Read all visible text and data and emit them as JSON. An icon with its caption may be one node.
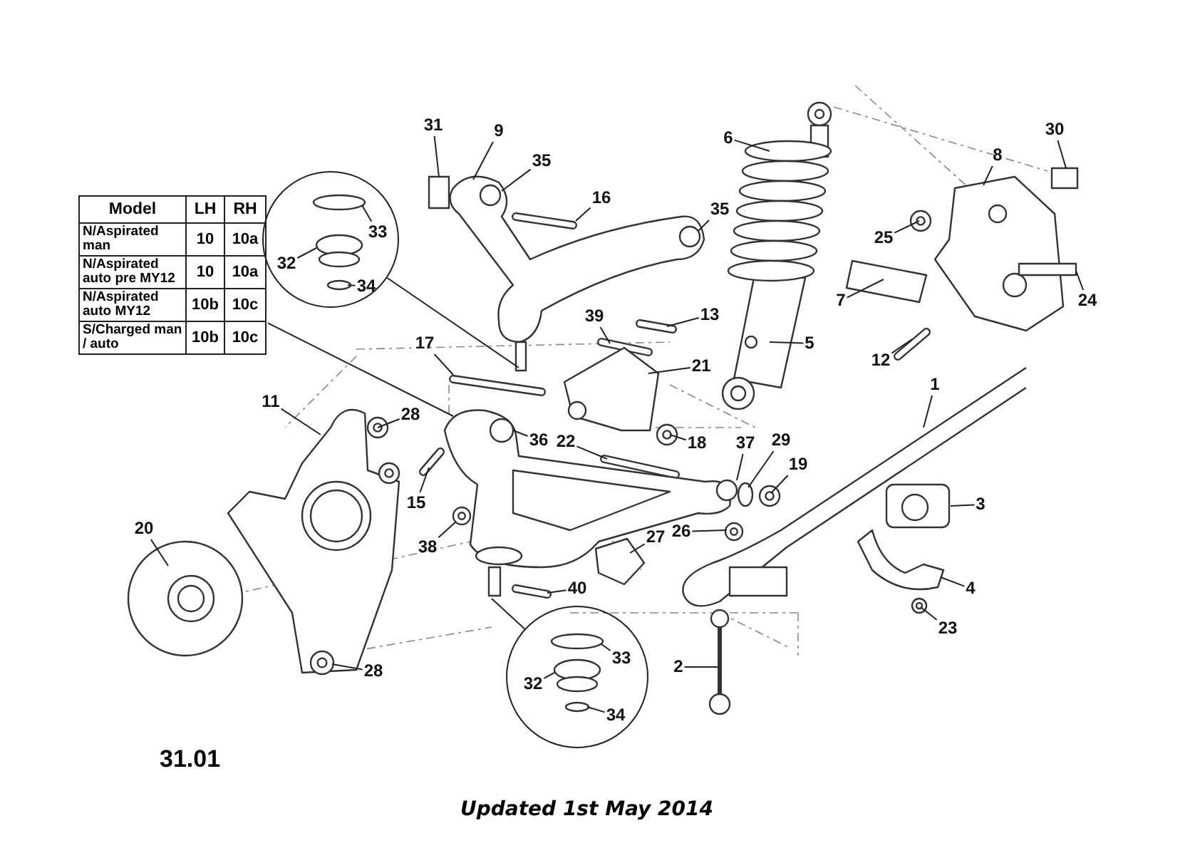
{
  "diagram": {
    "nodes": [
      {
        "text": [
          "Model",
          "LH",
          "RH",
          "N/Aspirated man",
          "10",
          "10a",
          "N/Aspirated auto pre MY12",
          "10",
          "10a",
          "N/Aspirated auto MY12",
          "10b",
          "10c",
          "S/Charged man / auto",
          "10b",
          "10c"
        ]
      },
      {
        "text": [
          "31"
        ]
      },
      {
        "text": [
          "9"
        ]
      },
      {
        "text": [
          "35"
        ]
      },
      {
        "text": [
          "16"
        ]
      },
      {
        "text": [
          "35"
        ]
      },
      {
        "text": [
          "6"
        ]
      },
      {
        "text": [
          "8"
        ]
      },
      {
        "text": [
          "30"
        ]
      },
      {
        "text": [],
        "shape": "circle"
      },
      {
        "text": [
          "33"
        ],
        "in": 9
      },
      {
        "text": [
          "32"
        ],
        "in": 9
      },
      {
        "text": [
          "34"
        ],
        "in": 9
      },
      {
        "text": [
          "25"
        ]
      },
      {
        "text": [
          "7"
        ]
      },
      {
        "text": [
          "24"
        ]
      },
      {
        "text": [
          "12"
        ]
      },
      {
        "text": [
          "5"
        ]
      },
      {
        "text": [
          "13"
        ]
      },
      {
        "text": [
          "39"
        ]
      },
      {
        "text": [
          "21"
        ]
      },
      {
        "text": [
          "17"
        ]
      },
      {
        "text": [
          "11"
        ]
      },
      {
        "text": [
          "28"
        ]
      },
      {
        "text": [
          "36"
        ]
      },
      {
        "text": [
          "22"
        ]
      },
      {
        "text": [
          "18"
        ]
      },
      {
        "text": [
          "37"
        ]
      },
      {
        "text": [
          "29"
        ]
      },
      {
        "text": [
          "19"
        ]
      },
      {
        "text": [
          "15"
        ]
      },
      {
        "text": [
          "1"
        ]
      },
      {
        "text": [
          "3"
        ]
      },
      {
        "text": [
          "38"
        ]
      },
      {
        "text": [
          "20"
        ]
      },
      {
        "text": [
          "26"
        ]
      },
      {
        "text": [
          "27"
        ]
      },
      {
        "text": [
          "4"
        ]
      },
      {
        "text": [
          "40"
        ]
      },
      {
        "text": [
          "23"
        ]
      },
      {
        "text": [],
        "shape": "circle"
      },
      {
        "text": [
          "33"
        ],
        "in": 40
      },
      {
        "text": [
          "32"
        ],
        "in": 40
      },
      {
        "text": [
          "34"
        ],
        "in": 40
      },
      {
        "text": [
          "28"
        ]
      },
      {
        "text": [
          "2"
        ]
      }
    ],
    "edges": [
      {
        "from": 0,
        "to": null,
        "arrow": "none"
      },
      {
        "from": 1,
        "to": null,
        "arrow": "none"
      },
      {
        "from": 2,
        "to": null,
        "arrow": "none"
      },
      {
        "from": 3,
        "to": null,
        "arrow": "none"
      },
      {
        "from": 4,
        "to": null,
        "arrow": "none"
      },
      {
        "from": 5,
        "to": null,
        "arrow": "none"
      },
      {
        "from": 6,
        "to": null,
        "arrow": "none"
      },
      {
        "from": 7,
        "to": null,
        "arrow": "none"
      },
      {
        "from": 8,
        "to": null,
        "arrow": "none"
      },
      {
        "from": 9,
        "to": null,
        "arrow": "none"
      },
      {
        "from": 10,
        "to": null,
        "arrow": "none"
      },
      {
        "from": 11,
        "to": null,
        "arrow": "none"
      },
      {
        "from": 12,
        "to": null,
        "arrow": "none"
      },
      {
        "from": 13,
        "to": null,
        "arrow": "none"
      },
      {
        "from": 14,
        "to": null,
        "arrow": "none"
      },
      {
        "from": 15,
        "to": null,
        "arrow": "none"
      },
      {
        "from": 16,
        "to": null,
        "arrow": "none"
      },
      {
        "from": 17,
        "to": null,
        "arrow": "none"
      },
      {
        "from": 18,
        "to": null,
        "arrow": "none"
      },
      {
        "from": 19,
        "to": null,
        "arrow": "none"
      },
      {
        "from": 20,
        "to": null,
        "arrow": "none"
      },
      {
        "from": 21,
        "to": null,
        "arrow": "none"
      },
      {
        "from": 22,
        "to": null,
        "arrow": "none"
      },
      {
        "from": 23,
        "to": null,
        "arrow": "none"
      },
      {
        "from": 24,
        "to": null,
        "arrow": "none"
      },
      {
        "from": 25,
        "to": null,
        "arrow": "none"
      },
      {
        "from": 26,
        "to": null,
        "arrow": "none"
      },
      {
        "from": 27,
        "to": null,
        "arrow": "none"
      },
      {
        "from": 28,
        "to": null,
        "arrow": "none"
      },
      {
        "from": 29,
        "to": null,
        "arrow": "none"
      },
      {
        "from": 30,
        "to": null,
        "arrow": "none"
      },
      {
        "from": 31,
        "to": null,
        "arrow": "none"
      },
      {
        "from": 32,
        "to": null,
        "arrow": "none"
      },
      {
        "from": 33,
        "to": null,
        "arrow": "none"
      },
      {
        "from": 34,
        "to": null,
        "arrow": "none"
      },
      {
        "from": 35,
        "to": null,
        "arrow": "none"
      },
      {
        "from": 36,
        "to": null,
        "arrow": "none"
      },
      {
        "from": 37,
        "to": null,
        "arrow": "none"
      },
      {
        "from": 38,
        "to": null,
        "arrow": "none"
      },
      {
        "from": 39,
        "to": null,
        "arrow": "none"
      },
      {
        "from": 40,
        "to": null,
        "arrow": "none"
      },
      {
        "from": 41,
        "to": null,
        "arrow": "none"
      },
      {
        "from": 42,
        "to": null,
        "arrow": "none"
      },
      {
        "from": 43,
        "to": null,
        "arrow": "none"
      },
      {
        "from": 44,
        "to": null,
        "arrow": "none"
      },
      {
        "from": 45,
        "to": null,
        "arrow": "none"
      }
    ],
    "labels": [
      "31.01",
      "Updated 1st May 2014"
    ]
  }
}
